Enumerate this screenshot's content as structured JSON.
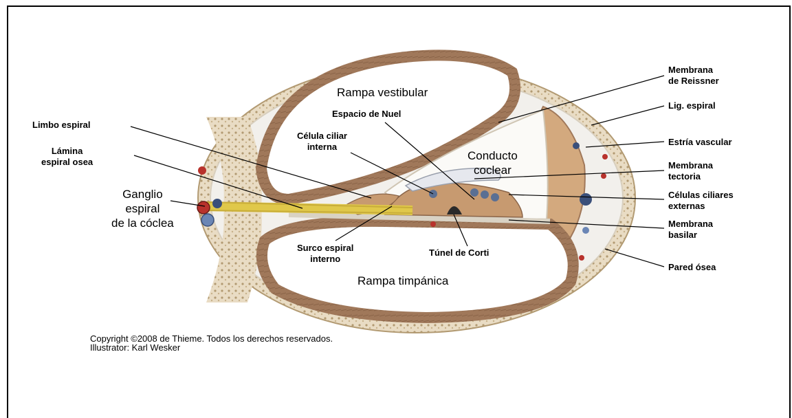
{
  "labels": {
    "rampa_vestibular": "Rampa vestibular",
    "espacio_nuel": "Espacio de Nuel",
    "limbo_espiral": "Limbo espiral",
    "celula_ciliar_interna": "Célula ciliar\ninterna",
    "lamina_espiral": "Lámina\nespiral osea",
    "conducto_coclear": "Conducto\ncoclear",
    "ganglio": "Ganglio\nespiral\nde la cóclea",
    "surco_espiral": "Surco espiral\ninterno",
    "tunel_corti": "Túnel de Corti",
    "rampa_timpanica": "Rampa timpánica",
    "membrana_reissner": "Membrana\nde Reissner",
    "lig_espiral": "Lig. espiral",
    "estria_vascular": "Estría vascular",
    "membrana_tectoria": "Membrana\ntectoria",
    "celulas_ciliares_externas": "Células ciliares\nexternas",
    "membrana_basilar": "Membrana\nbasilar",
    "pared_osea": "Pared ósea"
  },
  "credits": {
    "copyright": "Copyright ©2008 de Thieme. Todos los derechos reservados.",
    "illustrator": "Illustrator: Karl Wesker"
  },
  "colors": {
    "bone": "#e9dcc4",
    "bone_dots": "#b29a72",
    "tissue_brown": "#a0785a",
    "membrane_white": "#f2f0ec",
    "nerve_yellow": "#e0c84a",
    "vessel_red": "#b8322c",
    "vessel_blue": "#3a4f7a"
  }
}
